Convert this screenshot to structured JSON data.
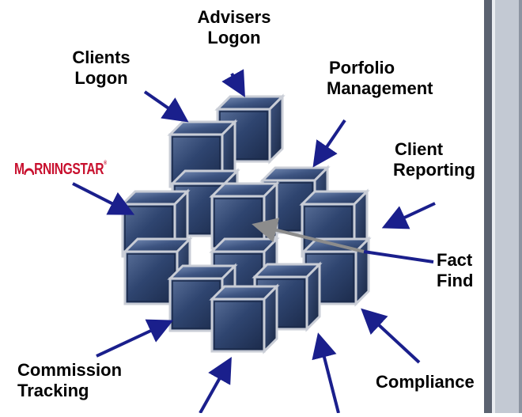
{
  "labels": {
    "advisers_logon": [
      "Advisers",
      "Logon"
    ],
    "clients_logon": [
      "Clients",
      "Logon"
    ],
    "portfolio_management": [
      "Porfolio",
      "Management"
    ],
    "client_reporting": [
      "Client",
      "Reporting"
    ],
    "fact_find": [
      "Fact",
      "Find"
    ],
    "commission_tracking": [
      "Commission",
      "Tracking"
    ],
    "compliance": "Compliance"
  },
  "brand": {
    "before": "M",
    "after": "RNINGSTAR",
    "registered": "®",
    "color": "#c8102e"
  },
  "colors": {
    "cube_face": "#2b3f66",
    "cube_highlight": "#6a82ad",
    "cube_edge": "#c9cdd6",
    "arrow": "#1a1f8c",
    "inner_arrow": "#8c8c8c",
    "side_bar": "#b8bfca"
  }
}
